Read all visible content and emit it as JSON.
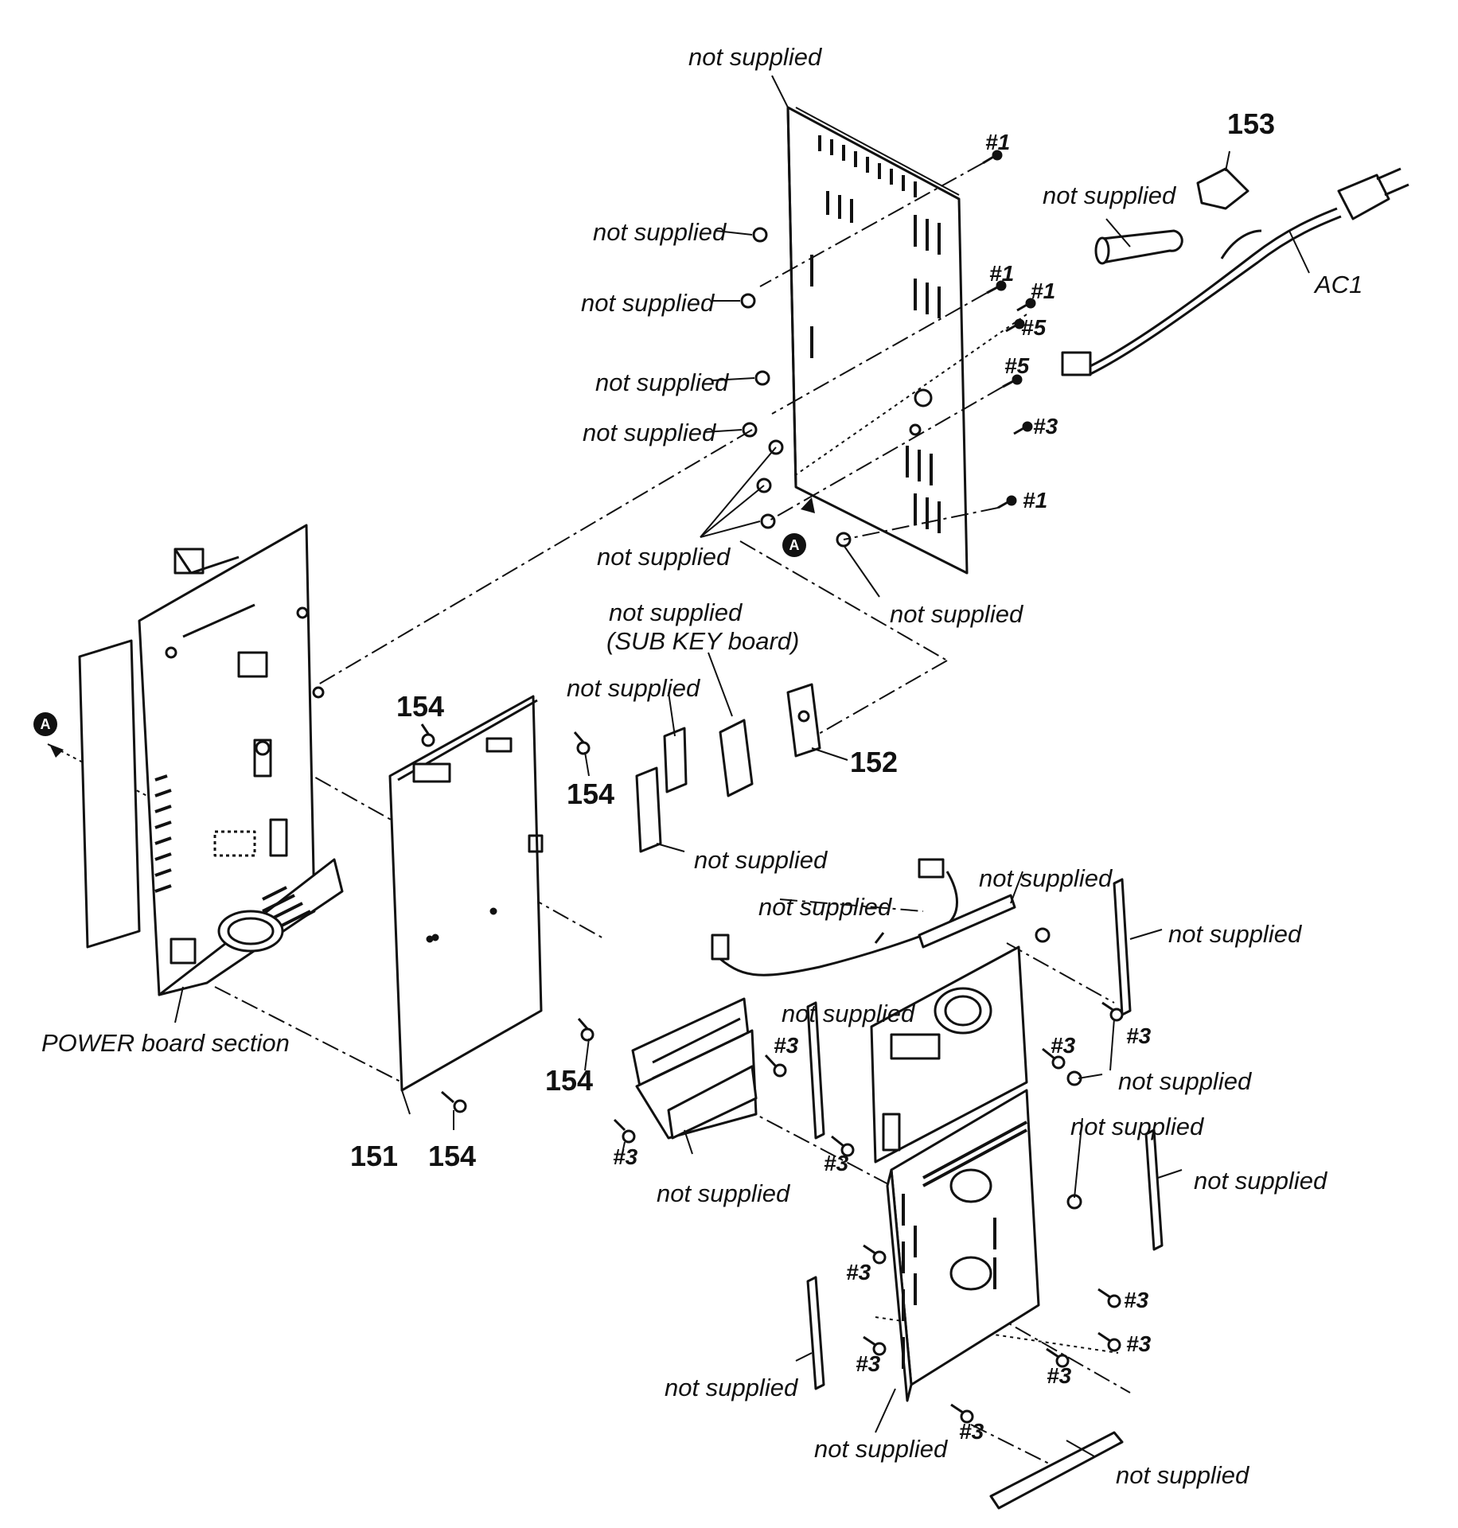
{
  "labels": {
    "not_supplied": "not supplied",
    "not_supplied_sub_key": "not supplied",
    "sub_key_board": "(SUB KEY board)",
    "power_board_section": "POWER board section",
    "ac1": "AC1"
  },
  "parts": {
    "p151": "151",
    "p152": "152",
    "p153": "153",
    "p154": "154"
  },
  "screws": {
    "s1": "#1",
    "s3": "#3",
    "s5": "#5"
  },
  "markers": {
    "a": "A"
  }
}
